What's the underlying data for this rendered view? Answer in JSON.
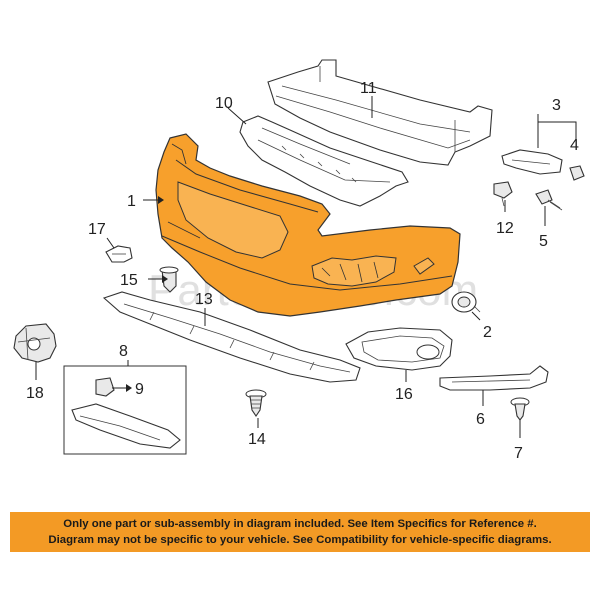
{
  "watermark": "Partomotive.com",
  "colors": {
    "main_part": "#f7a02c",
    "banner": "#f39a25"
  },
  "callouts": {
    "c1": "1",
    "c2": "2",
    "c3": "3",
    "c4": "4",
    "c5": "5",
    "c6": "6",
    "c7": "7",
    "c8": "8",
    "c9": "9",
    "c10": "10",
    "c11": "11",
    "c12": "12",
    "c13": "13",
    "c14": "14",
    "c15": "15",
    "c16": "16",
    "c17": "17",
    "c18": "18"
  },
  "notice": {
    "line1": "Only one part or sub-assembly in diagram included. See Item Specifics for Reference #.",
    "line2": "Diagram may not be specific to your vehicle. See Compatibility for vehicle-specific diagrams."
  }
}
